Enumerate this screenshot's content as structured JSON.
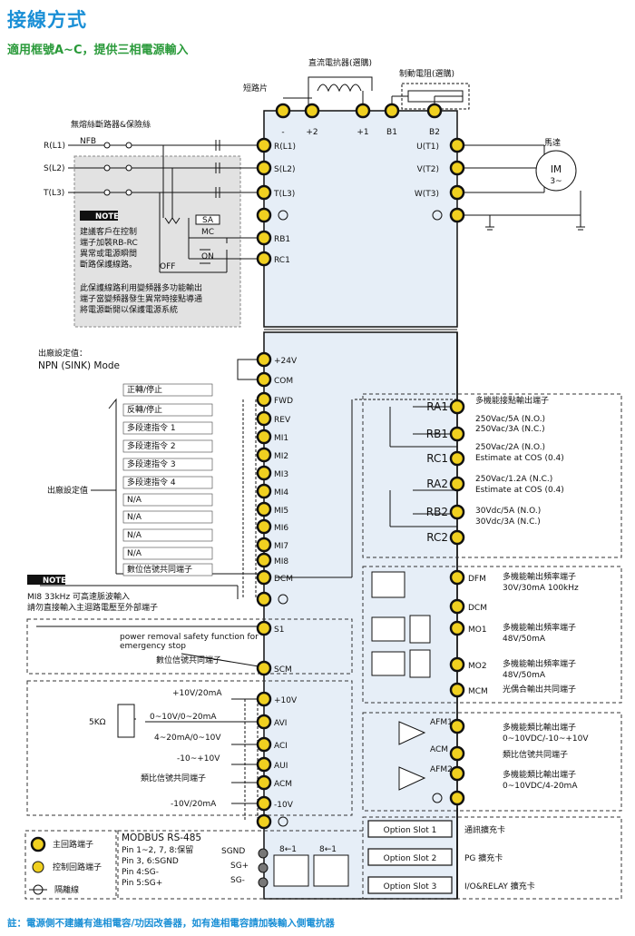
{
  "title": "接線方式",
  "subtitle": "適用框號A~C，提供三相電源輸入",
  "footer": "註：電源側不建議有進相電容/功因改善器，如有進相電容請加裝輸入側電抗器",
  "labels": {
    "dc_reactor": "直流電抗器(選購)",
    "brake_resistor": "制動電阻(選購)",
    "short_bar": "短路片",
    "breaker": "無熔絲斷路器&保險絲",
    "nfb": "NFB",
    "motor": "馬達",
    "motor_im": "IM",
    "motor_3": "3~",
    "note_word": "NOTE",
    "note1": [
      "建議客戶在控制",
      "端子加裝RB-RC",
      "異常或電源瞬間",
      "斷路保護線路。"
    ],
    "note2": [
      "此保護線路利用變頻器多功能輸出",
      "端子當變頻器發生異常時接點導通",
      "將電源斷開以保護電源系統"
    ],
    "relay_sa": "SA",
    "relay_mc": "MC",
    "relay_on": "ON",
    "relay_off": "OFF",
    "factory": "出廠設定值：",
    "npn": "NPN (SINK) Mode",
    "factory_setting": "出廠設定值",
    "mi8": "MI8 33kHz 可高速脈波輸入",
    "mi8b": "請勿直接輸入主迴路電壓至外部端子",
    "power_removal": "power removal safety function for",
    "emergency": "emergency stop",
    "digital_common": "數位信號共同端子",
    "analog_common": "類比信號共同端子",
    "plus10": "+10V/20mA",
    "range1": "0~10V/0~20mA",
    "range2": "4~20mA/0~10V",
    "range3": "-10~+10V",
    "minus10": "-10V/20mA",
    "pot": "5KΩ",
    "legend_main": "主回路端子",
    "legend_ctrl": "控制回路端子",
    "legend_iso": "隔離線",
    "modbus": "MODBUS RS-485",
    "modbus_pins": [
      "Pin 1~2, 7, 8:保留",
      "Pin 3, 6:SGND",
      "Pin 4:SG-",
      "Pin 5:SG+"
    ],
    "sgnd": "SGND",
    "sgp": "SG+",
    "sgm": "SG-",
    "rj": "8←1"
  },
  "main_terminals": {
    "top": [
      "-",
      "+2",
      "+1",
      "B1",
      "B2"
    ],
    "left": [
      "R(L1)",
      "S(L2)",
      "T(L3)",
      "RB1",
      "RC1"
    ],
    "right": [
      "U(T1)",
      "V(T2)",
      "W(T3)"
    ],
    "input_names": [
      "R(L1)",
      "S(L2)",
      "T(L3)"
    ]
  },
  "control_terminals": [
    "+24V",
    "COM",
    "FWD",
    "REV",
    "MI1",
    "MI2",
    "MI3",
    "MI4",
    "MI5",
    "MI6",
    "MI7",
    "MI8",
    "DCM",
    "S1",
    "SCM",
    "+10V",
    "AVI",
    "ACI",
    "AUI",
    "ACM",
    "-10V"
  ],
  "input_functions": [
    "正轉/停止",
    "反轉/停止",
    "多段速指令 1",
    "多段速指令 2",
    "多段速指令 3",
    "多段速指令 4",
    "N/A",
    "N/A",
    "N/A",
    "N/A",
    "數位信號共同端子"
  ],
  "relay_terminals": [
    "RA1",
    "RB1",
    "RC1",
    "RA2",
    "RB2",
    "RC2"
  ],
  "relay_desc": [
    "多機能接點輸出端子",
    "250Vac/5A (N.O.)",
    "250Vac/3A (N.C.)",
    "250Vac/2A (N.O.)",
    "Estimate at COS (0.4)",
    "250Vac/1.2A (N.C.)",
    "Estimate at COS (0.4)",
    "30Vdc/5A (N.O.)",
    "30Vdc/3A (N.C.)"
  ],
  "outputs": [
    {
      "term": "DFM",
      "desc": [
        "多機能輸出頻率端子",
        "30V/30mA 100kHz"
      ]
    },
    {
      "term": "DCM",
      "desc": []
    },
    {
      "term": "MO1",
      "desc": [
        "多機能輸出頻率端子",
        "48V/50mA"
      ]
    },
    {
      "term": "MO2",
      "desc": [
        "多機能輸出頻率端子",
        "48V/50mA"
      ]
    },
    {
      "term": "MCM",
      "desc": [
        "光偶合輸出共同端子"
      ]
    }
  ],
  "analog_out": [
    {
      "term": "AFM1",
      "desc": [
        "多機能類比輸出端子",
        "0~10VDC/-10~+10V"
      ]
    },
    {
      "term": "ACM",
      "desc": [
        "類比信號共同端子"
      ]
    },
    {
      "term": "AFM2",
      "desc": [
        "多機能類比輸出端子",
        "0~10VDC/4-20mA"
      ]
    }
  ],
  "slots": [
    {
      "name": "Option Slot 1",
      "desc": "通訊擴充卡"
    },
    {
      "name": "Option Slot 2",
      "desc": "PG 擴充卡"
    },
    {
      "name": "Option Slot 3",
      "desc": "I/O&RELAY 擴充卡"
    }
  ],
  "colors": {
    "title": "#1a8fd6",
    "subtitle": "#2a9a3a",
    "terminal": "#f0d020",
    "panel": "#e6eef7",
    "note_bg": "#e2e2e2"
  }
}
